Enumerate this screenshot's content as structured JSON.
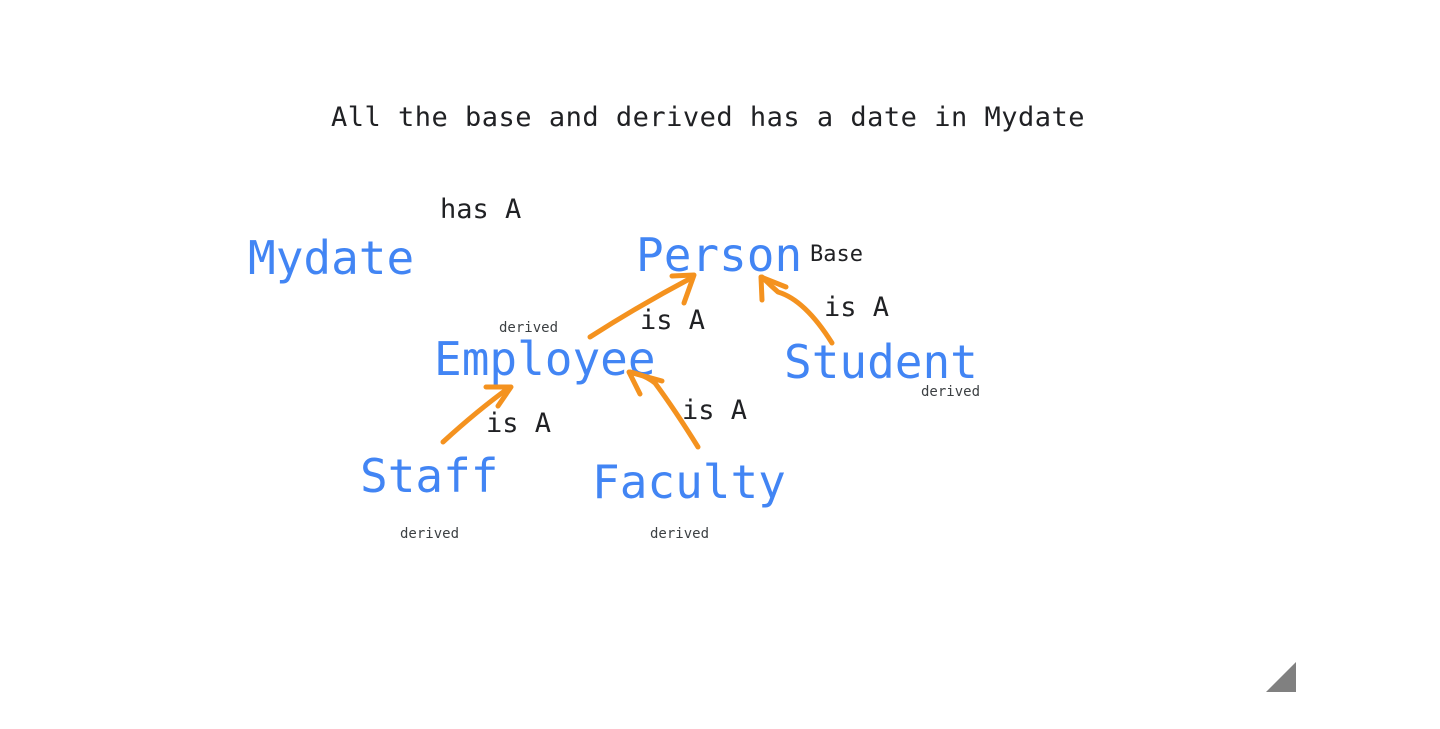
{
  "heading": "All the base and derived has a date in Mydate",
  "nodes": {
    "mydate": "Mydate",
    "person": "Person",
    "employee": "Employee",
    "student": "Student",
    "staff": "Staff",
    "faculty": "Faculty"
  },
  "relations": {
    "has_a": "has A",
    "employee_person": "is A",
    "student_person": "is A",
    "staff_employee": "is A",
    "faculty_employee": "is A"
  },
  "annotations": {
    "base": "Base",
    "employee_derived": "derived",
    "student_derived": "derived",
    "staff_derived": "derived",
    "faculty_derived": "derived"
  },
  "colors": {
    "node": "#4285f4",
    "arrow": "#f4921f",
    "text": "#202124",
    "resize_handle": "#808080"
  },
  "icons": {
    "corner": "resize-handle-icon"
  }
}
